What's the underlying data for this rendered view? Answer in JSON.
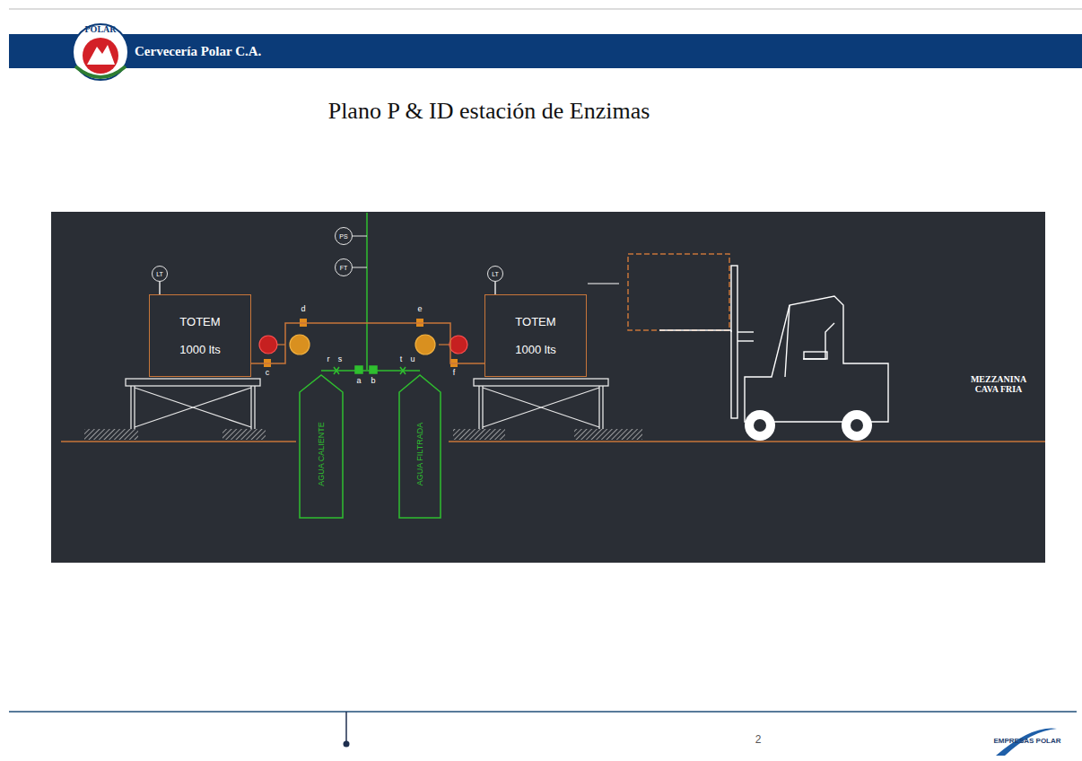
{
  "diagram": {
    "title": "Plano P & ID estación de Enzimas",
    "nodes": [
      {
        "text": [
          "LT"
        ]
      },
      {
        "text": [
          "TOTEM",
          "1000 lts"
        ]
      },
      {
        "text": [
          "PS"
        ]
      },
      {
        "text": [
          "FT"
        ]
      },
      {
        "text": [
          "AGUA CALIENTE"
        ]
      },
      {
        "text": [
          "AGUA FILTRADA"
        ]
      },
      {
        "text": [
          "LT"
        ]
      },
      {
        "text": [
          "TOTEM",
          "1000 lts"
        ]
      }
    ],
    "edges": [
      {
        "from": 0,
        "to": 1,
        "arrow": "none"
      },
      {
        "from": 6,
        "to": 7,
        "arrow": "none"
      },
      {
        "from": 1,
        "to": 7,
        "arrow": "none"
      }
    ],
    "labels": [
      "Cervecería Polar C.A.",
      "POLAR",
      "d",
      "e",
      "c",
      "f",
      "r",
      "s",
      "t",
      "u",
      "a",
      "b",
      "MEZZANINA CAVA FRIA",
      "2",
      "EMPRESAS POLAR"
    ]
  }
}
